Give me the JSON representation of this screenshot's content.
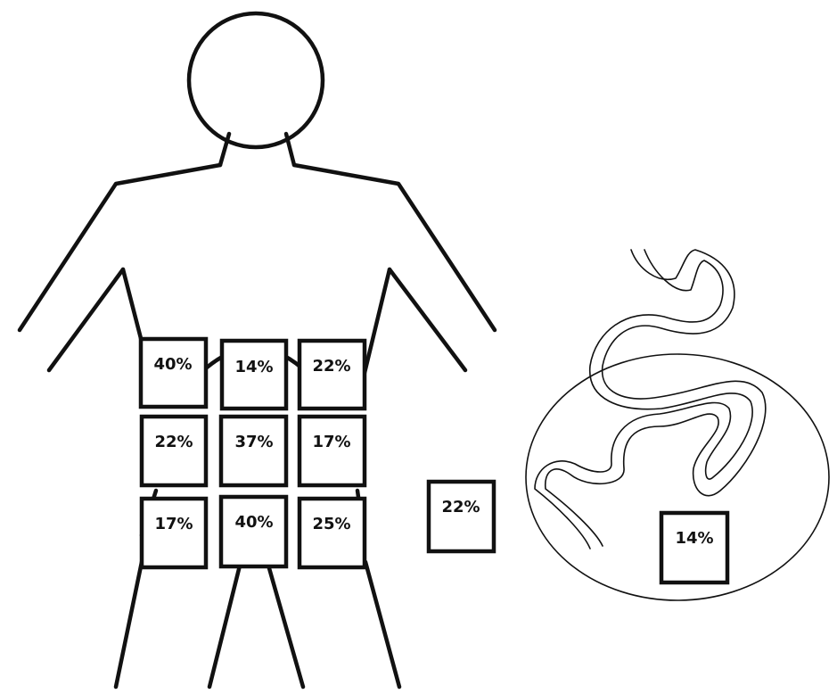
{
  "regions": {
    "upper_right_quadrant": "40%",
    "epigastric": "14%",
    "upper_left_quadrant": "22%",
    "right_flank": "22%",
    "periumbilical": "37%",
    "left_flank": "17%",
    "lower_right_quadrant": "17%",
    "suprapubic": "40%",
    "lower_left_quadrant": "25%",
    "outside_box": "22%",
    "intestine_box": "14%"
  },
  "colors": {
    "stroke": "#111111",
    "background": "#ffffff"
  }
}
